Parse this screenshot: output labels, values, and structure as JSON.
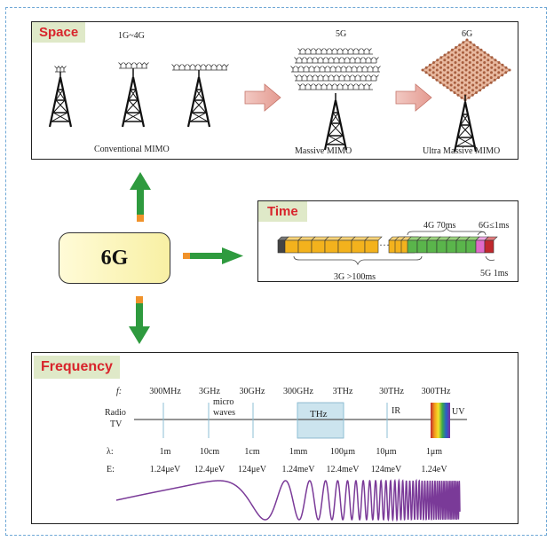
{
  "hub": {
    "label": "6G"
  },
  "space": {
    "tag": "Space",
    "gen_1g4g": "1G~4G",
    "gen_5g": "5G",
    "gen_6g": "6G",
    "caption_conventional": "Conventional MIMO",
    "caption_massive": "Massive MIMO",
    "caption_ultra": "Ultra Massive MIMO"
  },
  "time": {
    "tag": "Time",
    "label_4g": "4G 70ms",
    "label_6g": "6G≤1ms",
    "label_3g": "3G >100ms",
    "label_5g": "5G 1ms"
  },
  "frequency": {
    "tag": "Frequency",
    "f_symbol": "f:",
    "freq_ticks": [
      "300MHz",
      "3GHz",
      "30GHz",
      "300GHz",
      "3THz",
      "30THz",
      "300THz"
    ],
    "band_radio": "Radio",
    "band_tv": "TV",
    "band_micro": "micro",
    "band_waves": "waves",
    "band_thz": "THz",
    "band_ir": "IR",
    "band_uv": "UV",
    "lambda_symbol": "λ:",
    "wavelengths": [
      "1m",
      "10cm",
      "1cm",
      "1mm",
      "100μm",
      "10μm",
      "1μm"
    ],
    "e_symbol": "E:",
    "energies": [
      "1.24μeV",
      "12.4μeV",
      "124μeV",
      "1.24meV",
      "12.4meV",
      "124meV",
      "1.24eV"
    ]
  },
  "colors": {
    "tag_bg": "#dfe9c8",
    "tag_text": "#d8242c",
    "frame": "#6fa8d6",
    "arrow_green": "#2e9a3e",
    "arrow_orange": "#f0922a",
    "block_3g": "#f3b21d",
    "block_4g": "#5ab54b",
    "block_5g": "#c0282d",
    "block_6g": "#e06ac8",
    "thz_band": "#cce4ee",
    "wave": "#7a3a98"
  }
}
